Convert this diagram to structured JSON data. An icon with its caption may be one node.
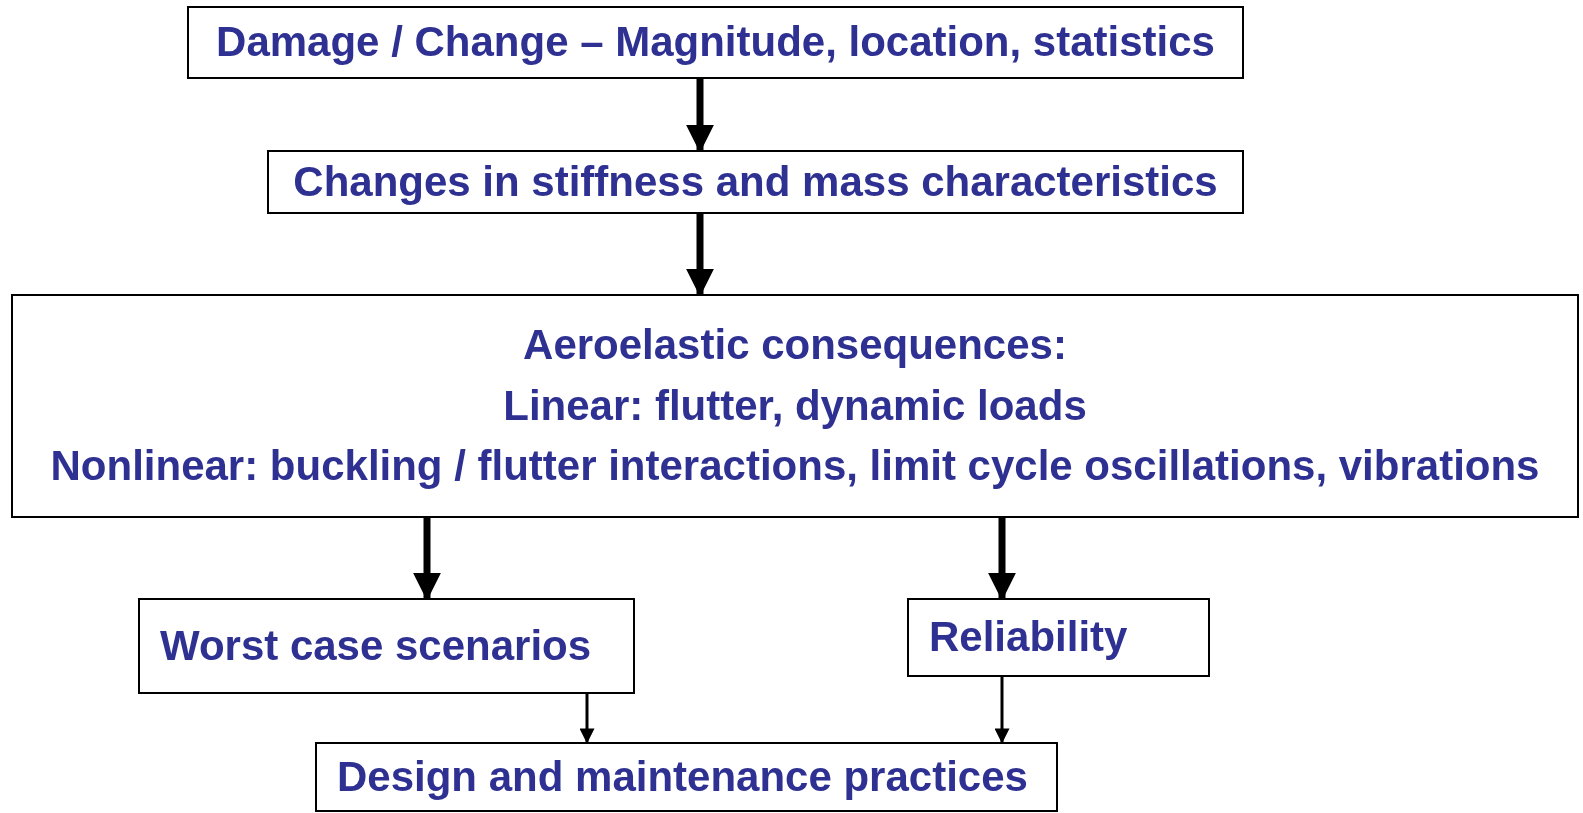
{
  "diagram": {
    "nodes": [
      {
        "text": [
          "Damage / Change – Magnitude, location, statistics"
        ]
      },
      {
        "text": [
          "Changes in stiffness and mass characteristics"
        ]
      },
      {
        "text": [
          "Aeroelastic consequences:",
          "Linear: flutter, dynamic loads",
          "Nonlinear: buckling / flutter interactions, limit cycle oscillations, vibrations"
        ]
      },
      {
        "text": [
          "Worst case scenarios"
        ]
      },
      {
        "text": [
          "Reliability"
        ]
      },
      {
        "text": [
          "Design and maintenance practices"
        ]
      }
    ],
    "edges": [
      {
        "from": 0,
        "to": 1,
        "arrow": "to"
      },
      {
        "from": 1,
        "to": 2,
        "arrow": "to"
      },
      {
        "from": 2,
        "to": 3,
        "arrow": "to"
      },
      {
        "from": 2,
        "to": 4,
        "arrow": "to"
      },
      {
        "from": 3,
        "to": 5,
        "arrow": "to"
      },
      {
        "from": 4,
        "to": 5,
        "arrow": "to"
      }
    ]
  }
}
